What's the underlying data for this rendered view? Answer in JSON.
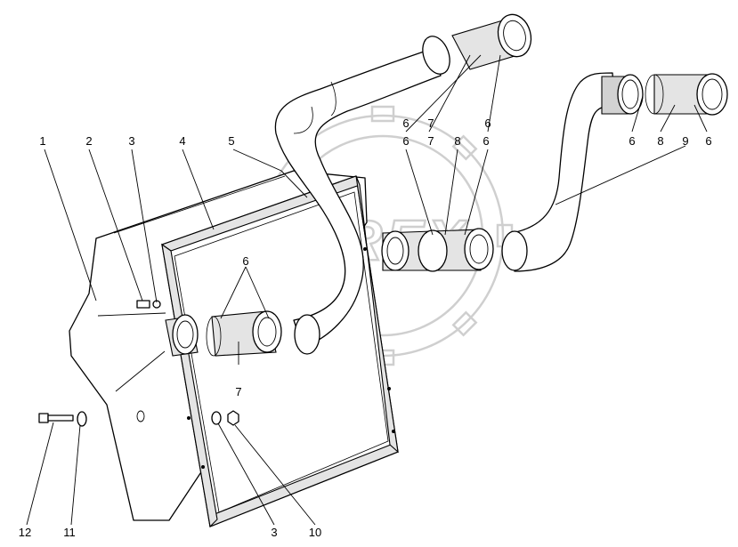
{
  "watermark": {
    "text": "OREX"
  },
  "callouts": [
    {
      "id": "c1",
      "text": "1"
    },
    {
      "id": "c2",
      "text": "2"
    },
    {
      "id": "c3a",
      "text": "3"
    },
    {
      "id": "c4",
      "text": "4"
    },
    {
      "id": "c5",
      "text": "5"
    },
    {
      "id": "c6a",
      "text": "6"
    },
    {
      "id": "c7a",
      "text": "7"
    },
    {
      "id": "c6b",
      "text": "6"
    },
    {
      "id": "c6c",
      "text": "6"
    },
    {
      "id": "c7b",
      "text": "7"
    },
    {
      "id": "c8a",
      "text": "8"
    },
    {
      "id": "c6d",
      "text": "6"
    },
    {
      "id": "c6e",
      "text": "6"
    },
    {
      "id": "c8b",
      "text": "8"
    },
    {
      "id": "c9",
      "text": "9"
    },
    {
      "id": "c6f",
      "text": "6"
    },
    {
      "id": "c6g",
      "text": "6"
    },
    {
      "id": "c7c",
      "text": "7"
    },
    {
      "id": "c12",
      "text": "12"
    },
    {
      "id": "c11",
      "text": "11"
    },
    {
      "id": "c3b",
      "text": "3"
    },
    {
      "id": "c10",
      "text": "10"
    }
  ]
}
